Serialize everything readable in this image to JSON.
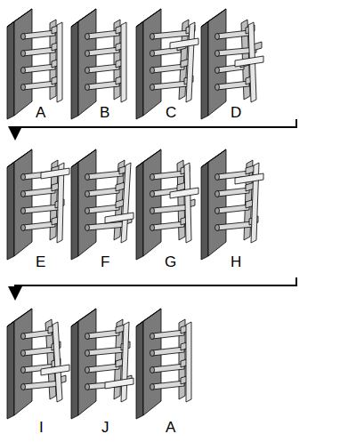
{
  "diagram": {
    "labels": [
      "A",
      "B",
      "C",
      "D",
      "E",
      "F",
      "G",
      "H",
      "I",
      "J",
      "A"
    ]
  }
}
